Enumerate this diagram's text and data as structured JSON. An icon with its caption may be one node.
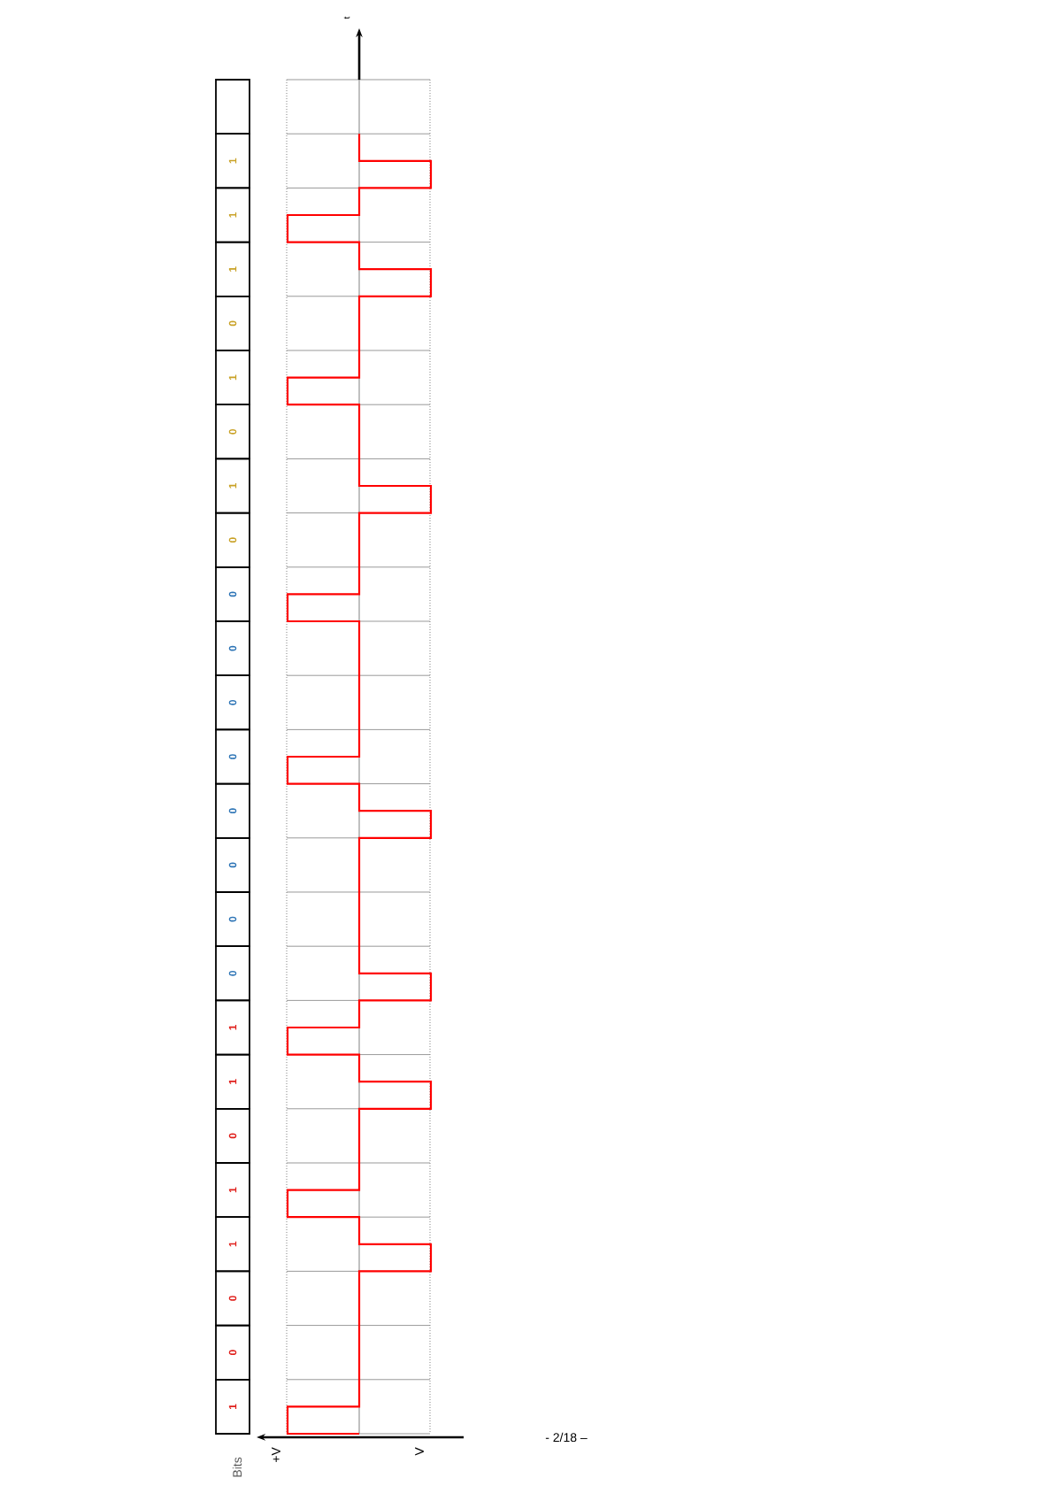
{
  "diagram": {
    "labels": [
      "t",
      "1",
      "1",
      "1",
      "0",
      "1",
      "0",
      "1",
      "0",
      "0",
      "0",
      "0",
      "0",
      "0",
      "0",
      "0",
      "0",
      "1",
      "1",
      "0",
      "1",
      "1",
      "0",
      "0",
      "1",
      "- 2/18 –",
      "+V",
      "V",
      "Bits"
    ]
  }
}
